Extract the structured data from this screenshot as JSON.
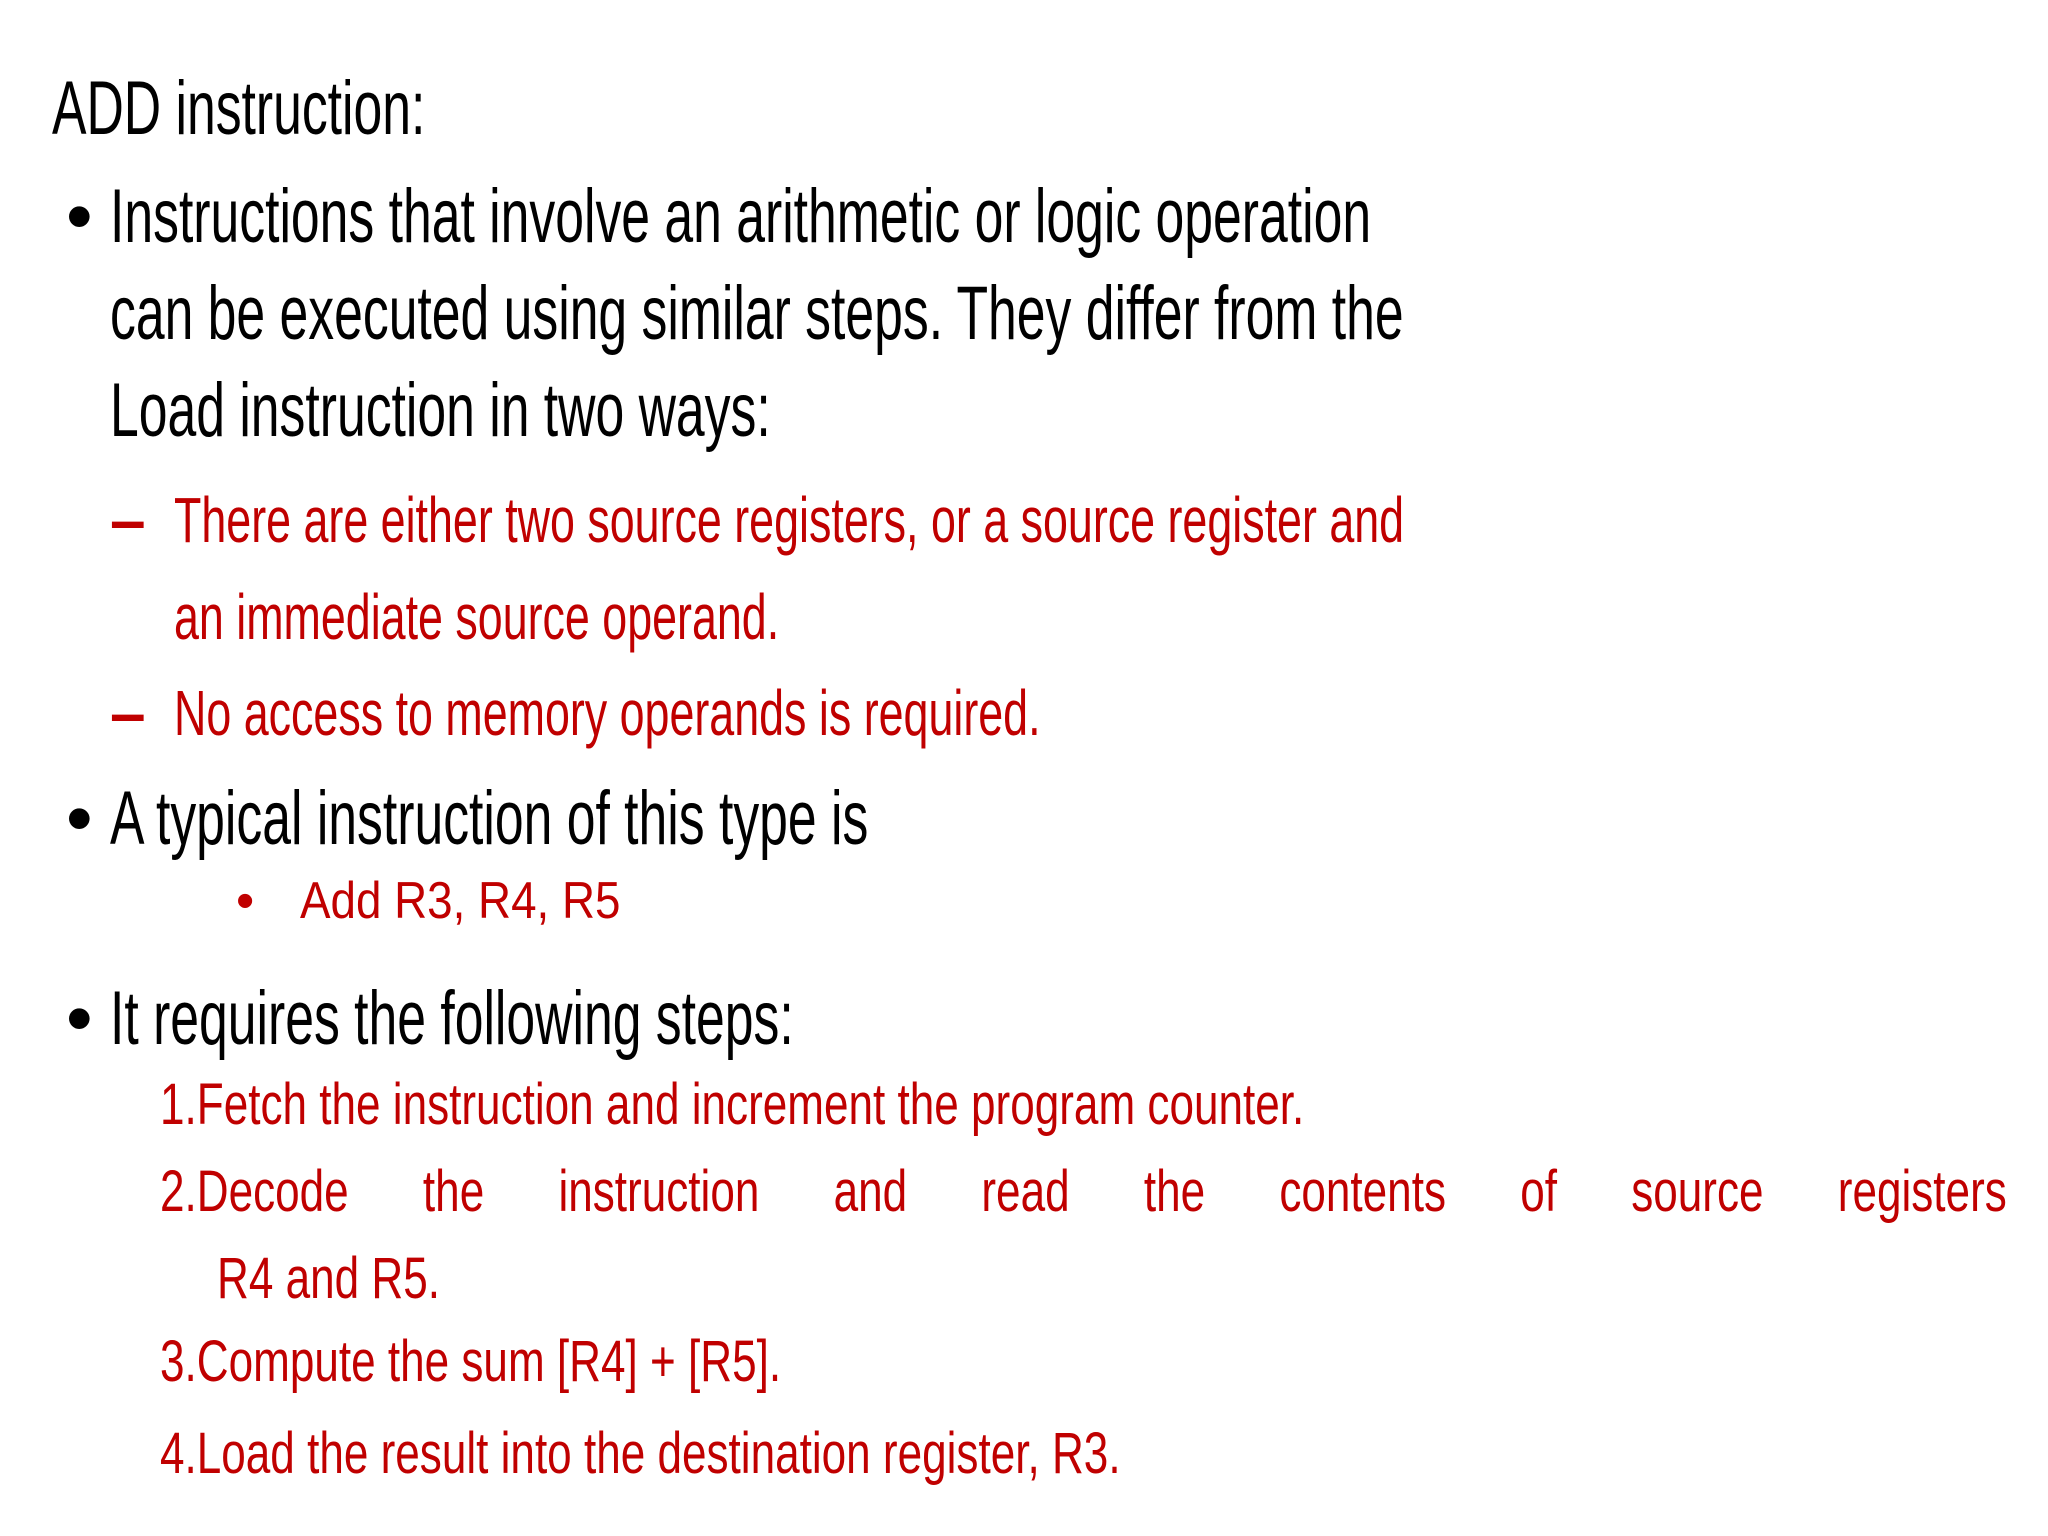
{
  "slide": {
    "background_color": "#ffffff",
    "text_color": "#000000",
    "accent_red": "#c00000",
    "title": "ADD instruction:"
  },
  "markers": {
    "bullet_l1": "•",
    "dash_l2": "–",
    "bullet_small": "•"
  },
  "content": {
    "bullet1": {
      "lines": [
        "Instructions that involve an arithmetic or logic operation",
        "can be executed using similar steps. They differ from the",
        "Load instruction in two ways:"
      ]
    },
    "dash1": {
      "lines": [
        "There are either two source registers, or a source register and",
        "an immediate source operand."
      ]
    },
    "dash2": {
      "lines": [
        "No access to memory operands is required."
      ]
    },
    "bullet2": {
      "lines": [
        "A typical instruction of this type is"
      ]
    },
    "sub_bullet": {
      "lines": [
        "Add R3, R4, R5"
      ]
    },
    "bullet3": {
      "lines": [
        "It requires the following steps:"
      ]
    },
    "step1": {
      "lines": [
        "1.Fetch the instruction and increment the program counter."
      ]
    },
    "step2": {
      "lines": [
        "2.Decode the instruction and read the contents of source registers",
        "R4 and R5."
      ]
    },
    "step3": {
      "lines": [
        "3.Compute the sum [R4] + [R5]."
      ]
    },
    "step4": {
      "lines": [
        "4.Load the result into the destination register, R3."
      ]
    }
  }
}
